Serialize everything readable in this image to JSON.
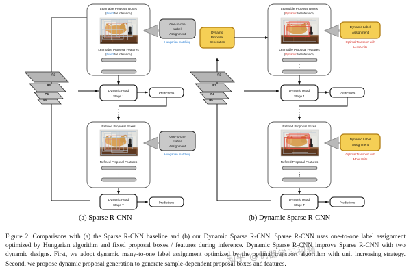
{
  "figure": {
    "id": "figure-2",
    "subcaptions": [
      {
        "key": "a",
        "label": "(a) Sparse R-CNN"
      },
      {
        "key": "b",
        "label": "(b) Dynamic Sparse R-CNN"
      }
    ],
    "caption": "Figure 2. Comparisons with (a) the Sparse R-CNN baseline and (b) our Dynamic Sparse R-CNN. Sparse R-CNN uses one-to-one label assignment optimized by Hungarian algorithm and fixed proposal boxes / features during inference. Dynamic Sparse R-CNN improve Sparse R-CNN with two dynamic designs. First, we adopt dynamic many-to-one label assignment optimized by the optimal transport algorithm with unit increasing strategy. Second, we propose dynamic proposal generation to generate sample-dependent proposal boxes and features.",
    "watermark": "知乎 @机器学习视频"
  },
  "panel_a": {
    "stage1": {
      "boxes_title": "Learnable Proposal Boxes",
      "boxes_sub_highlight": "Fixed",
      "boxes_sub_rest": "for Inference)",
      "features_title": "Learnable Proposal Features",
      "features_sub_highlight": "Fixed",
      "features_sub_rest": "for Inference)"
    },
    "assignment1": {
      "line1": "One-to-one",
      "line2": "Label",
      "line3": "Assignment",
      "note": "Hungarian matching"
    },
    "stageT": {
      "boxes_title": "Refined Proposal Boxes",
      "features_title": "Refined Proposal Features"
    },
    "assignmentT": {
      "line1": "One-to-one",
      "line2": "Label",
      "line3": "Assignment",
      "note": "Hungarian matching"
    },
    "fpn": [
      "P2",
      "P3",
      "P4",
      "P5"
    ],
    "head1": {
      "line1": "Dynamic Head",
      "line2": "Stage 1"
    },
    "headT": {
      "line1": "Dynamic Head",
      "line2": "Stage T"
    },
    "predictions1": "Predictions",
    "predictionsT": "Predictions"
  },
  "panel_b": {
    "proposal_gen": {
      "line1": "Dynamic",
      "line2": "Proposal",
      "line3": "Generation"
    },
    "stage1": {
      "boxes_title": "Learnable Proposal Boxes",
      "boxes_sub_highlight": "Dynamic",
      "boxes_sub_rest": "for Inference)",
      "features_title": "Learnable Proposal Features",
      "features_sub_highlight": "Dynamic",
      "features_sub_rest": "for Inference)"
    },
    "assignment1": {
      "line1": "Dynamic Label",
      "line2": "Assignment",
      "note1": "Optimal Transport with",
      "note2": "Less Units"
    },
    "stageT": {
      "boxes_title": "Refined Proposal Boxes",
      "features_title": "Refined Proposal Features"
    },
    "assignmentT": {
      "line1": "Dynamic Label",
      "line2": "Assignment",
      "note1": "Optimal Transport with",
      "note2": "More Units"
    },
    "fpn": [
      "P2",
      "P3",
      "P4",
      "P5"
    ],
    "head1": {
      "line1": "Dynamic Head",
      "line2": "Stage 1"
    },
    "headT": {
      "line1": "Dynamic Head",
      "line2": "Stage T"
    },
    "predictions1": "Predictions",
    "predictionsT": "Predictions"
  },
  "colors": {
    "yellow_fill": "#f5cf55",
    "yellow_stroke": "#b07d12",
    "grey_fill": "#c9c9c9",
    "grey_stroke": "#2b2b2b",
    "blue_text": "#2a7fd4",
    "red_text": "#d8332a",
    "fpn_fill": "#b5b5b5"
  }
}
